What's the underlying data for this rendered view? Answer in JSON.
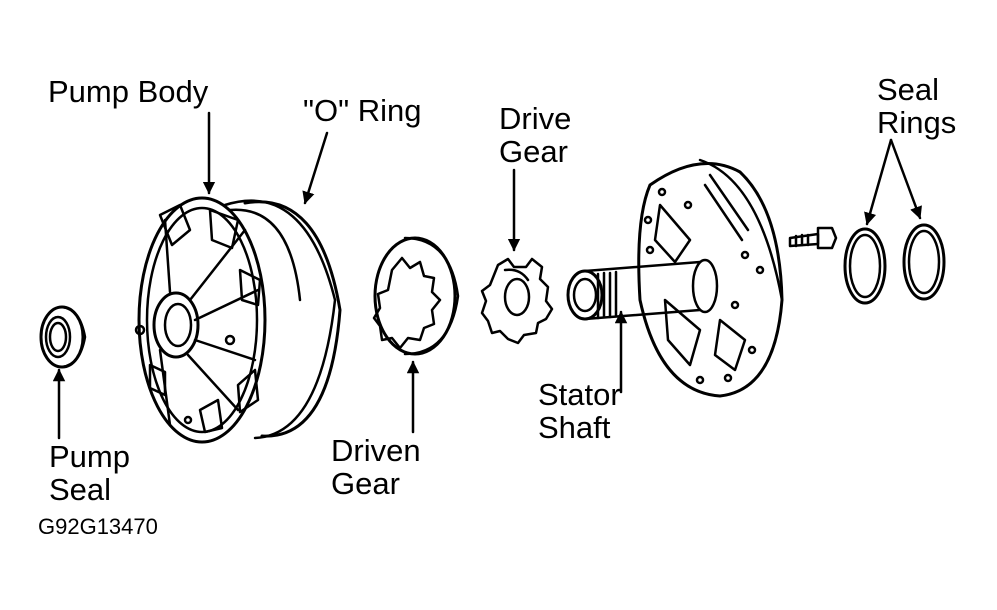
{
  "labels": {
    "pump_body": "Pump Body",
    "o_ring": "\"O\" Ring",
    "drive_gear_1": "Drive",
    "drive_gear_2": "Gear",
    "seal_rings_1": "Seal",
    "seal_rings_2": "Rings",
    "pump_seal_1": "Pump",
    "pump_seal_2": "Seal",
    "driven_gear_1": "Driven",
    "driven_gear_2": "Gear",
    "stator_shaft_1": "Stator",
    "stator_shaft_2": "Shaft"
  },
  "figure_code": "G92G13470"
}
